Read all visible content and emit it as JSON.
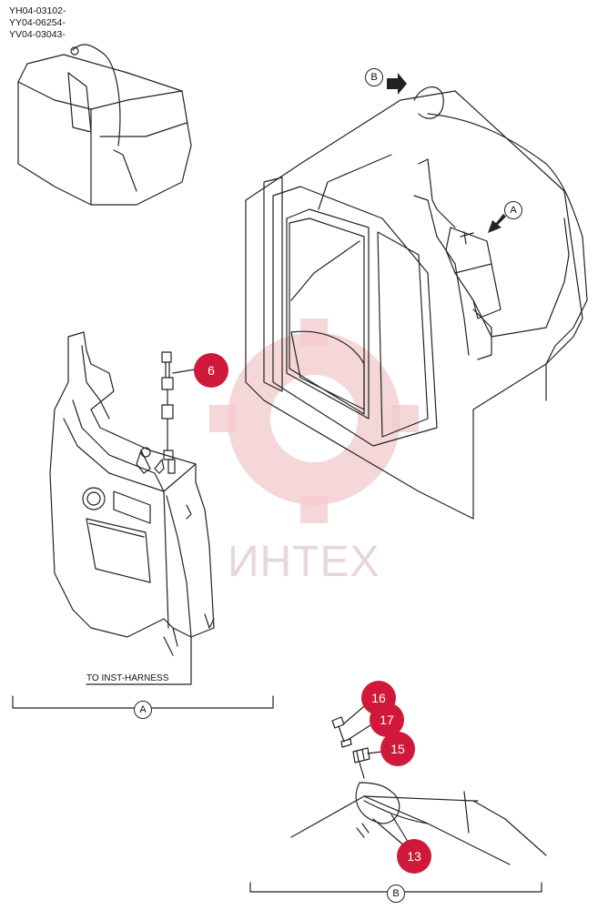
{
  "serial_numbers": [
    "YH04-03102-",
    "YY04-06254-",
    "YV04-03043-"
  ],
  "view_labels": {
    "a": "A",
    "b": "B"
  },
  "callouts": {
    "part6": "6",
    "part13": "13",
    "part15": "15",
    "part16": "16",
    "part17": "17"
  },
  "notes": {
    "to_inst_harness": "TO INST-HARNESS"
  },
  "watermark": "ИНТЕХ",
  "colors": {
    "callout": "#d0193a",
    "line": "#222222",
    "watermark": "#e9c8c8"
  }
}
